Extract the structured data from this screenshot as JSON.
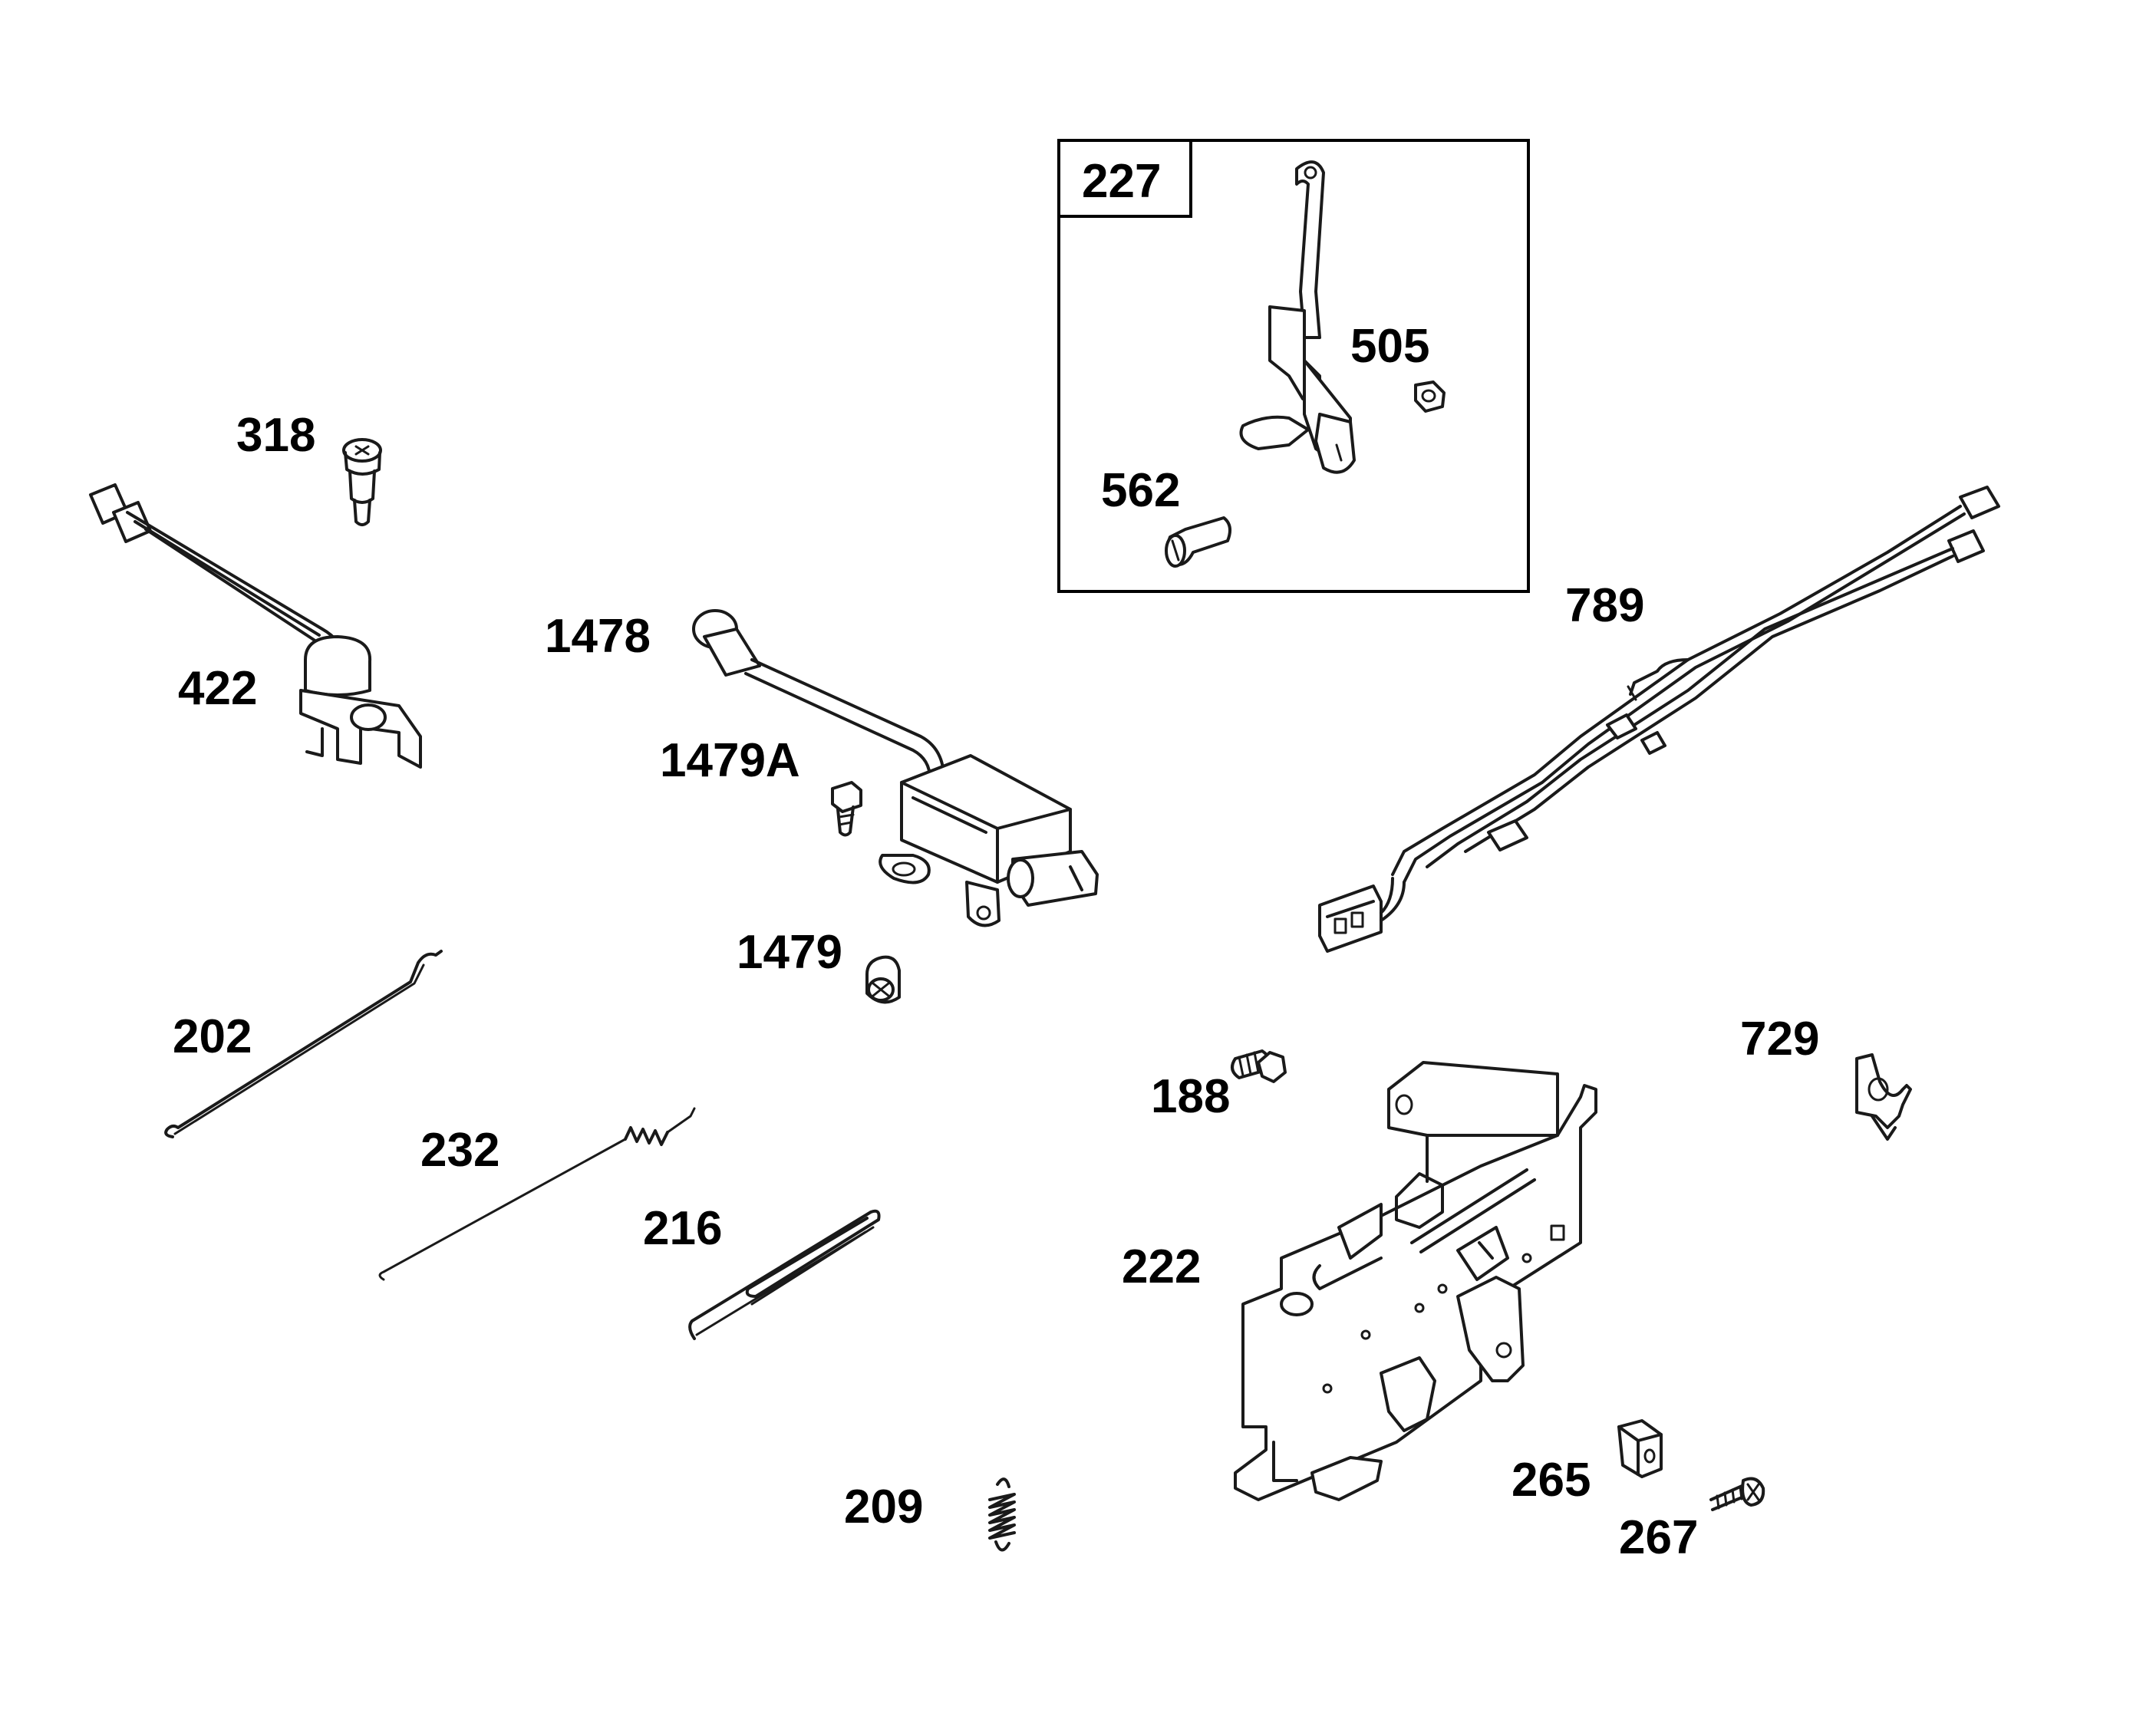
{
  "labels": {
    "p318": "318",
    "p422": "422",
    "p1478": "1478",
    "p1479a": "1479A",
    "p1479": "1479",
    "p227": "227",
    "p505": "505",
    "p562": "562",
    "p789": "789",
    "p202": "202",
    "p232": "232",
    "p216": "216",
    "p209": "209",
    "p188": "188",
    "p222": "222",
    "p729": "729",
    "p265": "265",
    "p267": "267"
  }
}
